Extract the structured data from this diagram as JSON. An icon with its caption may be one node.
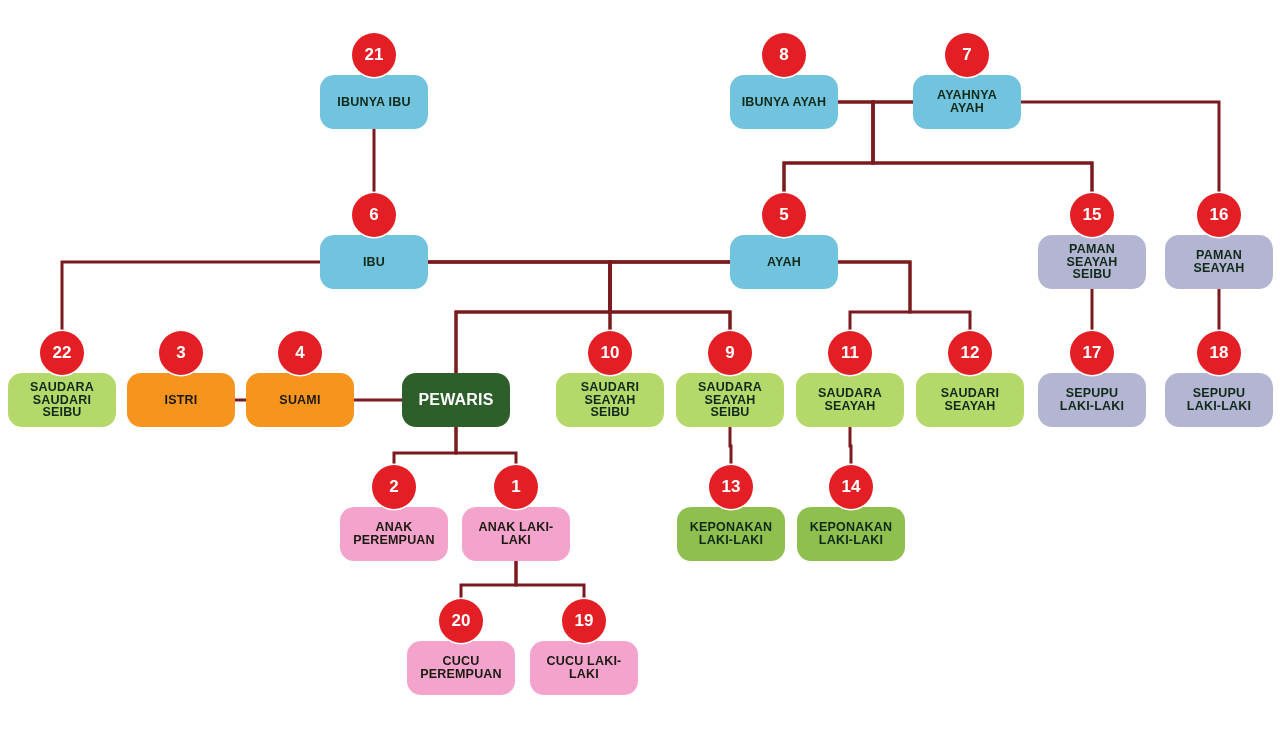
{
  "diagram": {
    "nodes": [
      {
        "text": [
          "21",
          "IBUNYA IBU"
        ]
      },
      {
        "text": [
          "8",
          "IBUNYA AYAH"
        ]
      },
      {
        "text": [
          "7",
          "AYAHNYA AYAH"
        ]
      },
      {
        "text": [
          "6",
          "IBU"
        ]
      },
      {
        "text": [
          "5",
          "AYAH"
        ]
      },
      {
        "text": [
          "15",
          "PAMAN SEAYAH SEIBU"
        ]
      },
      {
        "text": [
          "16",
          "PAMAN SEAYAH"
        ]
      },
      {
        "text": [
          "22",
          "SAUDARA SAUDARI SEIBU"
        ]
      },
      {
        "text": [
          "3",
          "ISTRI"
        ]
      },
      {
        "text": [
          "4",
          "SUAMI"
        ]
      },
      {
        "text": [
          "PEWARIS"
        ]
      },
      {
        "text": [
          "10",
          "SAUDARI SEAYAH SEIBU"
        ]
      },
      {
        "text": [
          "9",
          "SAUDARA SEAYAH SEIBU"
        ]
      },
      {
        "text": [
          "11",
          "SAUDARA SEAYAH"
        ]
      },
      {
        "text": [
          "12",
          "SAUDARI SEAYAH"
        ]
      },
      {
        "text": [
          "17",
          "SEPUPU LAKI-LAKI"
        ]
      },
      {
        "text": [
          "18",
          "SEPUPU LAKI-LAKI"
        ]
      },
      {
        "text": [
          "2",
          "ANAK PEREMPUAN"
        ]
      },
      {
        "text": [
          "1",
          "ANAK LAKI-LAKI"
        ]
      },
      {
        "text": [
          "13",
          "KEPONAKAN LAKI-LAKI"
        ]
      },
      {
        "text": [
          "14",
          "KEPONAKAN LAKI-LAKI"
        ]
      },
      {
        "text": [
          "20",
          "CUCU PEREMPUAN"
        ]
      },
      {
        "text": [
          "19",
          "CUCU LAKI-LAKI"
        ]
      }
    ],
    "edges": [
      {
        "from": 0,
        "to": 3,
        "arrow": "none"
      },
      {
        "from": 1,
        "to": 4,
        "arrow": "none"
      },
      {
        "from": 1,
        "to": 5,
        "arrow": "none"
      },
      {
        "from": 2,
        "to": 4,
        "arrow": "none"
      },
      {
        "from": 2,
        "to": 5,
        "arrow": "none"
      },
      {
        "from": 2,
        "to": 6,
        "arrow": "none"
      },
      {
        "from": 3,
        "to": 7,
        "arrow": "none"
      },
      {
        "from": 3,
        "to": 10,
        "arrow": "none"
      },
      {
        "from": 3,
        "to": 11,
        "arrow": "none"
      },
      {
        "from": 3,
        "to": 12,
        "arrow": "none"
      },
      {
        "from": 4,
        "to": 10,
        "arrow": "none"
      },
      {
        "from": 4,
        "to": 11,
        "arrow": "none"
      },
      {
        "from": 4,
        "to": 12,
        "arrow": "none"
      },
      {
        "from": 4,
        "to": 13,
        "arrow": "none"
      },
      {
        "from": 4,
        "to": 14,
        "arrow": "none"
      },
      {
        "from": 8,
        "to": 9,
        "arrow": "none"
      },
      {
        "from": 9,
        "to": 10,
        "arrow": "none"
      },
      {
        "from": 10,
        "to": 17,
        "arrow": "none"
      },
      {
        "from": 10,
        "to": 18,
        "arrow": "none"
      },
      {
        "from": 12,
        "to": 19,
        "arrow": "none"
      },
      {
        "from": 13,
        "to": 20,
        "arrow": "none"
      },
      {
        "from": 5,
        "to": 15,
        "arrow": "none"
      },
      {
        "from": 6,
        "to": 16,
        "arrow": "none"
      },
      {
        "from": 18,
        "to": 21,
        "arrow": "none"
      },
      {
        "from": 18,
        "to": 22,
        "arrow": "none"
      }
    ]
  }
}
